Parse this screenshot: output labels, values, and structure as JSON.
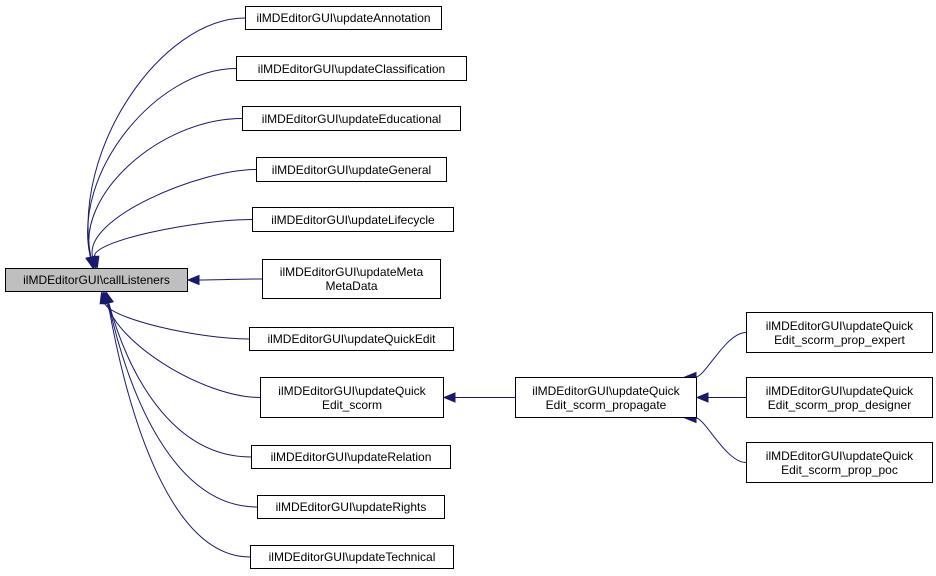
{
  "diagram": {
    "type": "call-graph",
    "edge_color": "#191970",
    "focus_fill": "#bfbfbf",
    "nodes": [
      {
        "id": "callListeners",
        "label": "ilMDEditorGUI\\callListeners",
        "focus": true
      },
      {
        "id": "updateAnnotation",
        "label": "ilMDEditorGUI\\updateAnnotation"
      },
      {
        "id": "updateClassification",
        "label": "ilMDEditorGUI\\updateClassification"
      },
      {
        "id": "updateEducational",
        "label": "ilMDEditorGUI\\updateEducational"
      },
      {
        "id": "updateGeneral",
        "label": "ilMDEditorGUI\\updateGeneral"
      },
      {
        "id": "updateLifecycle",
        "label": "ilMDEditorGUI\\updateLifecycle"
      },
      {
        "id": "updateMetaMetaData",
        "label": "ilMDEditorGUI\\updateMeta\nMetaData"
      },
      {
        "id": "updateQuickEdit",
        "label": "ilMDEditorGUI\\updateQuickEdit"
      },
      {
        "id": "updateQuickEdit_scorm",
        "label": "ilMDEditorGUI\\updateQuick\nEdit_scorm"
      },
      {
        "id": "updateRelation",
        "label": "ilMDEditorGUI\\updateRelation"
      },
      {
        "id": "updateRights",
        "label": "ilMDEditorGUI\\updateRights"
      },
      {
        "id": "updateTechnical",
        "label": "ilMDEditorGUI\\updateTechnical"
      },
      {
        "id": "propagate",
        "label": "ilMDEditorGUI\\updateQuick\nEdit_scorm_propagate"
      },
      {
        "id": "prop_expert",
        "label": "ilMDEditorGUI\\updateQuick\nEdit_scorm_prop_expert"
      },
      {
        "id": "prop_designer",
        "label": "ilMDEditorGUI\\updateQuick\nEdit_scorm_prop_designer"
      },
      {
        "id": "prop_poc",
        "label": "ilMDEditorGUI\\updateQuick\nEdit_scorm_prop_poc"
      }
    ],
    "edges": [
      {
        "from": "updateAnnotation",
        "to": "callListeners"
      },
      {
        "from": "updateClassification",
        "to": "callListeners"
      },
      {
        "from": "updateEducational",
        "to": "callListeners"
      },
      {
        "from": "updateGeneral",
        "to": "callListeners"
      },
      {
        "from": "updateLifecycle",
        "to": "callListeners"
      },
      {
        "from": "updateMetaMetaData",
        "to": "callListeners"
      },
      {
        "from": "updateQuickEdit",
        "to": "callListeners"
      },
      {
        "from": "updateQuickEdit_scorm",
        "to": "callListeners"
      },
      {
        "from": "updateRelation",
        "to": "callListeners"
      },
      {
        "from": "updateRights",
        "to": "callListeners"
      },
      {
        "from": "updateTechnical",
        "to": "callListeners"
      },
      {
        "from": "propagate",
        "to": "updateQuickEdit_scorm"
      },
      {
        "from": "prop_expert",
        "to": "propagate"
      },
      {
        "from": "prop_designer",
        "to": "propagate"
      },
      {
        "from": "prop_poc",
        "to": "propagate"
      }
    ]
  }
}
